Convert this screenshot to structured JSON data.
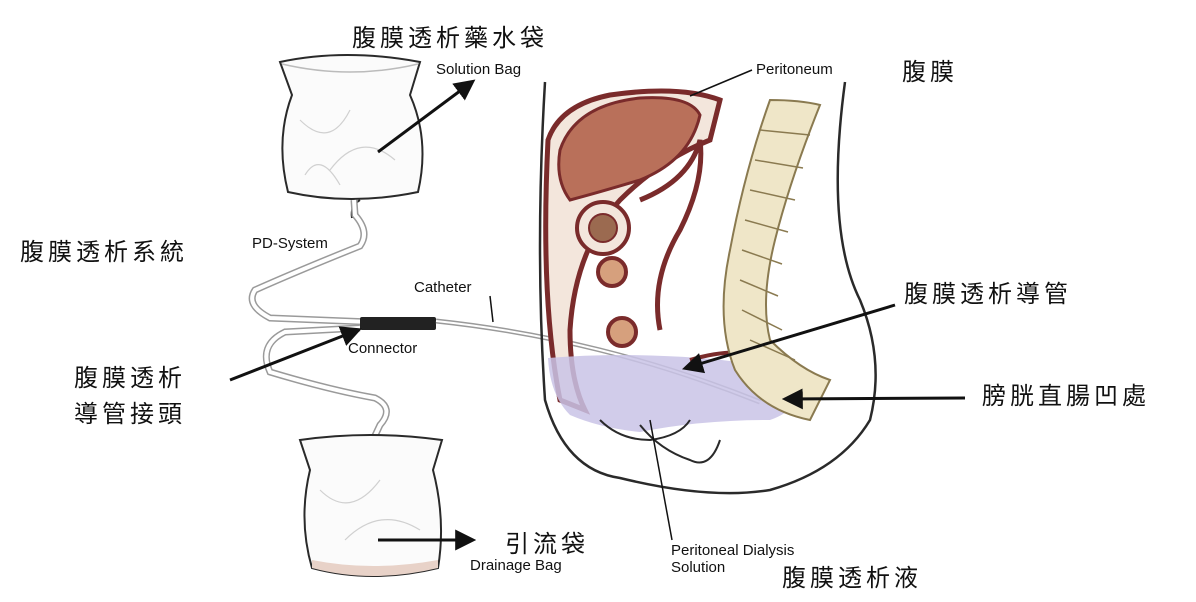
{
  "labels": {
    "solution_bag_zh": "腹膜透析藥水袋",
    "solution_bag_en": "Solution Bag",
    "peritoneum_en": "Peritoneum",
    "peritoneum_zh": "腹膜",
    "pd_system_zh": "腹膜透析系統",
    "pd_system_en": "PD-System",
    "catheter_en": "Catheter",
    "catheter_zh": "腹膜透析導管",
    "connector_en": "Connector",
    "connector_zh_line1": "腹膜透析",
    "connector_zh_line2": "導管接頭",
    "pouch_zh": "膀胱直腸凹處",
    "drainage_bag_zh": "引流袋",
    "drainage_bag_en": "Drainage Bag",
    "solution_en_line1": "Peritoneal Dialysis",
    "solution_en_line2": "Solution",
    "solution_zh": "腹膜透析液"
  },
  "colors": {
    "outline": "#2a2a2a",
    "liver": "#b9705a",
    "tissue_dark": "#7a2b2b",
    "tissue_fill": "#f3e6dc",
    "spine_fill": "#efe6c8",
    "dialysate": "#c9c3e6",
    "tube": "#9a9a9a",
    "connector": "#222222"
  }
}
